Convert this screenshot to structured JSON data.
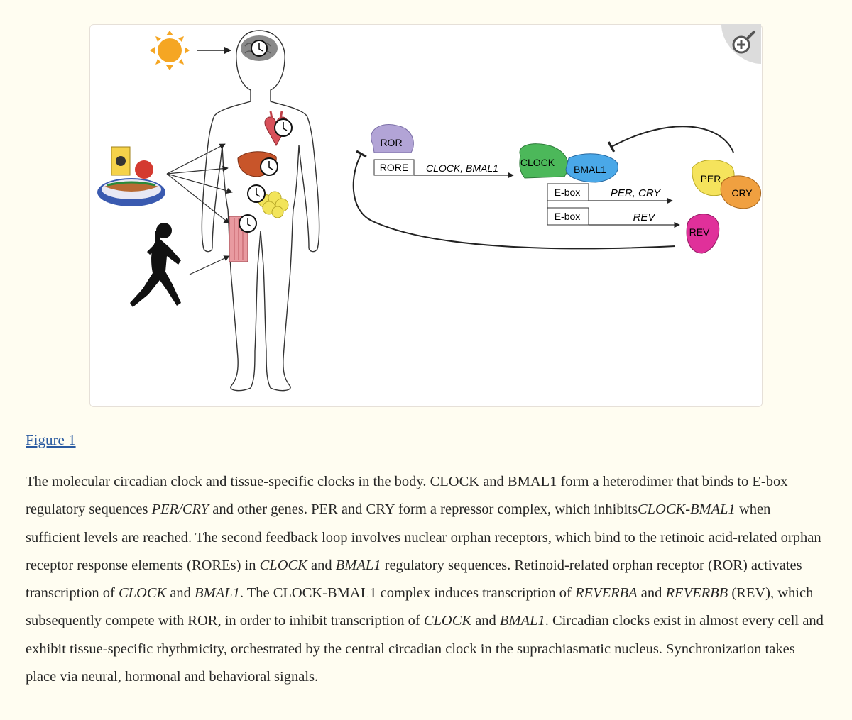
{
  "figure": {
    "link_label": "Figure 1",
    "zoom_icon": "zoom-in-magnifier-icon",
    "labels": {
      "ror": "ROR",
      "rore": "RORE",
      "clock_bmal1_gene": "CLOCK, BMAL1",
      "clock": "CLOCK",
      "bmal1": "BMAL1",
      "ebox_1": "E-box",
      "per_cry_gene": "PER, CRY",
      "ebox_2": "E-box",
      "rev_gene": "REV",
      "per": "PER",
      "cry": "CRY",
      "rev_protein": "REV"
    },
    "colors": {
      "ror": "#b2a4d6",
      "clock": "#4cb85a",
      "bmal1": "#4aa8e8",
      "per": "#f5e35c",
      "cry": "#f0a040",
      "rev": "#e0309a",
      "sun": "#f5a623",
      "heart": "#d8505a",
      "liver": "#c8552a",
      "fat": "#f2e45a",
      "muscle": "#e89aa0"
    }
  },
  "caption": {
    "s1": "The molecular circadian clock and tissue-specific clocks in the body. CLOCK and BMAL1 form a heterodimer that binds to E-box regulatory sequences ",
    "s2": "PER/CRY",
    "s3": " and other genes. PER and CRY form a repressor complex, which inhibits",
    "s4": "CLOCK-BMAL1",
    "s5": " when sufficient levels are reached. The second feedback loop involves nuclear orphan receptors, which bind to the retinoic acid-related orphan receptor response elements (ROREs) in ",
    "s6": "CLOCK",
    "s7": " and ",
    "s8": "BMAL1",
    "s9": " regulatory sequences. Retinoid-related orphan receptor (ROR) activates transcription of ",
    "s10": "CLOCK",
    "s11": " and ",
    "s12": "BMAL1",
    "s13": ". The CLOCK-BMAL1 complex induces transcription of ",
    "s14": "REVERBA",
    "s15": " and ",
    "s16": "REVERBB",
    "s17": " (REV), which subsequently compete with ROR, in order to inhibit transcription of ",
    "s18": "CLOCK",
    "s19": " and ",
    "s20": "BMAL1",
    "s21": ". Circadian clocks exist in almost every cell and exhibit tissue-specific rhythmicity, orchestrated by the central circadian clock in the suprachiasmatic nucleus. Synchronization takes place via neural, hormonal and behavioral signals."
  }
}
